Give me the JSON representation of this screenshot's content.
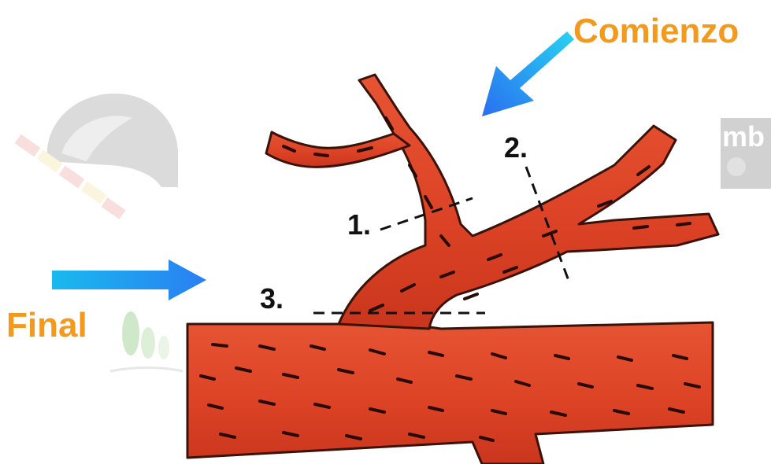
{
  "labels": {
    "start": "Comienzo",
    "end": "Final"
  },
  "markers": [
    "1.",
    "2.",
    "3."
  ],
  "watermark_partial_text": "mb",
  "colors": {
    "vessel": "#e0482a",
    "vessel_dark": "#b7301a",
    "stroke": "#3a1208",
    "label": "#f39a1e",
    "arrow": "#1fa3f0"
  },
  "icons": [
    "helmet-logo-icon",
    "trees-logo-icon",
    "arrow-icon"
  ]
}
